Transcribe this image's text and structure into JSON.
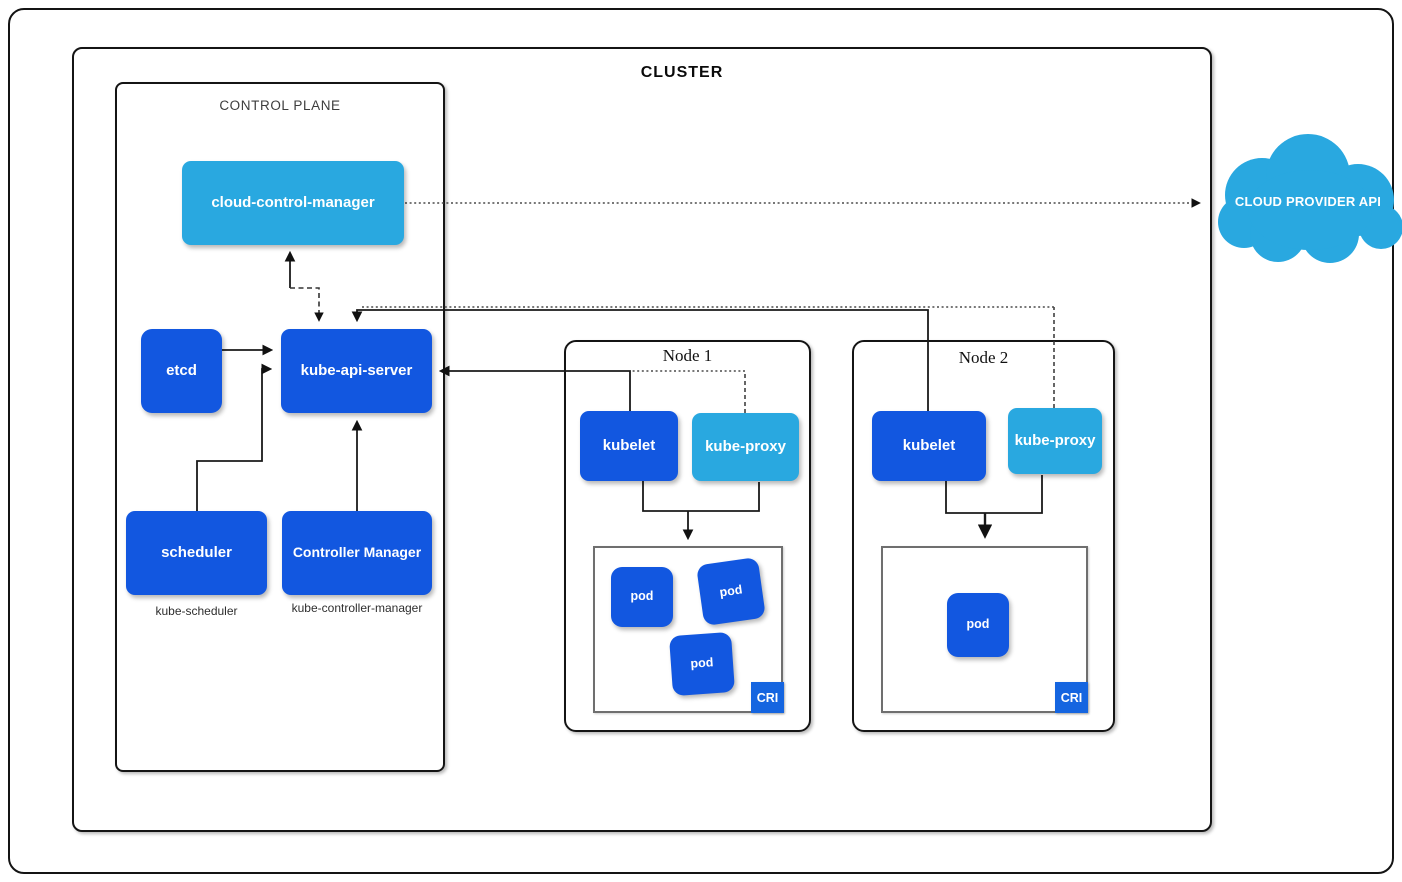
{
  "diagram": {
    "cluster_label": "CLUSTER",
    "control_plane": {
      "label": "CONTROL PLANE",
      "cloud_control_manager_label": "cloud-control-manager",
      "etcd_label": "etcd",
      "kube_api_server_label": "kube-api-server",
      "scheduler_label": "scheduler",
      "scheduler_caption": "kube-scheduler",
      "controller_manager_label": "Controller Manager",
      "controller_manager_caption": "kube-controller-manager"
    },
    "nodes": [
      {
        "title": "Node 1",
        "kubelet_label": "kubelet",
        "kube_proxy_label": "kube-proxy",
        "cri_label": "CRI",
        "pods": [
          "pod",
          "pod",
          "pod"
        ]
      },
      {
        "title": "Node 2",
        "kubelet_label": "kubelet",
        "kube_proxy_label": "kube-proxy",
        "cri_label": "CRI",
        "pods": [
          "pod"
        ]
      }
    ],
    "cloud_provider_api_label": "CLOUD PROVIDER API",
    "colors": {
      "dark_blue": "#1257E0",
      "light_blue": "#29A8E0",
      "badge_blue": "#1565E0",
      "line": "#1a1a1a"
    }
  }
}
